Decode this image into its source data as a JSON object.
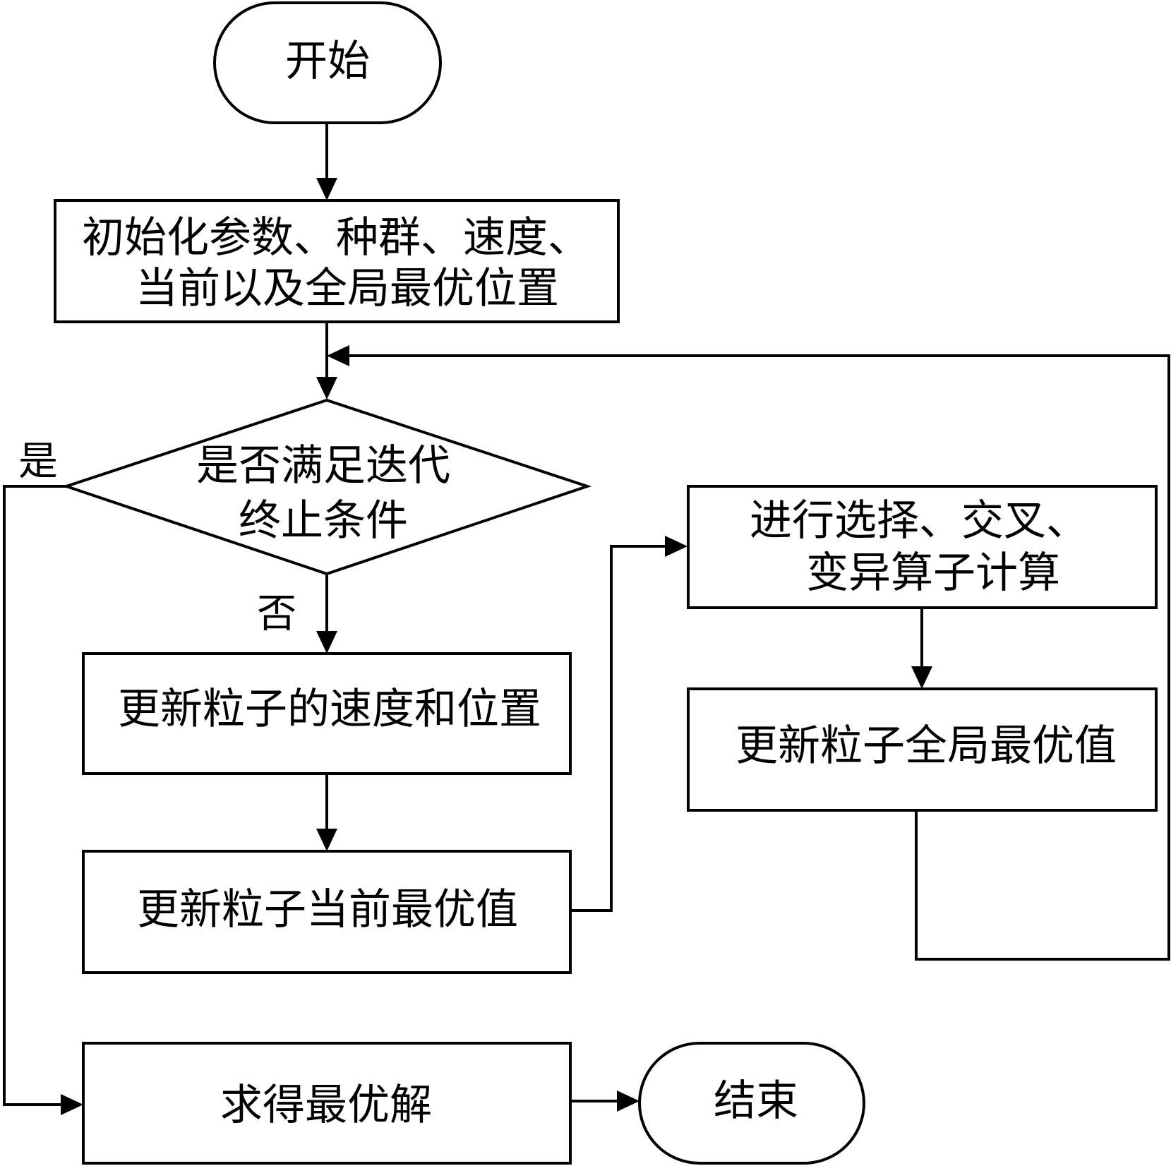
{
  "nodes": {
    "start": "开始",
    "init_line1": "初始化参数、种群、速度、",
    "init_line2": "当前以及全局最优位置",
    "condition_line1": "是否满足迭代",
    "condition_line2": "终止条件",
    "update_velocity": "更新粒子的速度和位置",
    "update_current_best": "更新粒子当前最优值",
    "genetic_line1": "进行选择、交叉、",
    "genetic_line2": "变异算子计算",
    "update_global_best": "更新粒子全局最优值",
    "solution": "求得最优解",
    "end": "结束"
  },
  "edges": {
    "yes": "是",
    "no": "否"
  }
}
